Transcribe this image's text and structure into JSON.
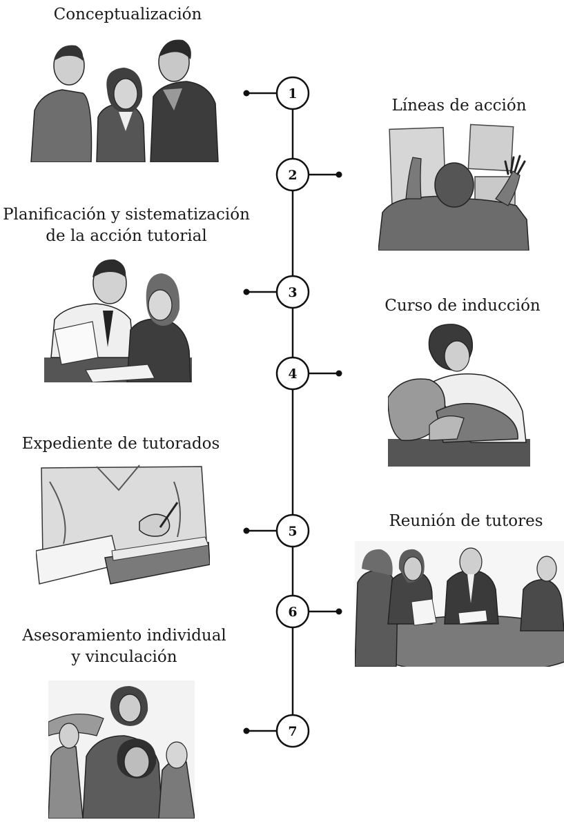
{
  "timeline": {
    "steps": [
      {
        "number": "1",
        "label": "Conceptualización",
        "side": "left"
      },
      {
        "number": "2",
        "label": "Líneas de acción",
        "side": "right"
      },
      {
        "number": "3",
        "label": "Planificación y sistematización de la acción tutorial",
        "side": "left"
      },
      {
        "number": "4",
        "label": "Curso de inducción",
        "side": "right"
      },
      {
        "number": "5",
        "label": "Expediente de tutorados",
        "side": "left"
      },
      {
        "number": "6",
        "label": "Reunión de tutores",
        "side": "right"
      },
      {
        "number": "7",
        "label": "Asesoramiento individual y vinculación",
        "side": "left"
      }
    ],
    "labels_display": {
      "s3_line1": "Planificación y sistematización",
      "s3_line2": "de la acción tutorial",
      "s7_line1": "Asesoramiento individual",
      "s7_line2": "y vinculación"
    }
  },
  "colors": {
    "line": "#111111",
    "node_fill": "#ffffff",
    "figure_dark": "#4a4a4a",
    "figure_mid": "#7c7c7c",
    "figure_light": "#b5b5b5",
    "figure_pale": "#d9d9d9"
  },
  "illustrations": [
    {
      "step": "1",
      "icon": "people-talking-illustration"
    },
    {
      "step": "2",
      "icon": "person-at-board-illustration"
    },
    {
      "step": "3",
      "icon": "people-reviewing-document-illustration"
    },
    {
      "step": "4",
      "icon": "students-sitting-illustration"
    },
    {
      "step": "5",
      "icon": "person-writing-in-book-illustration"
    },
    {
      "step": "6",
      "icon": "meeting-at-table-illustration"
    },
    {
      "step": "7",
      "icon": "group-of-students-illustration"
    }
  ]
}
